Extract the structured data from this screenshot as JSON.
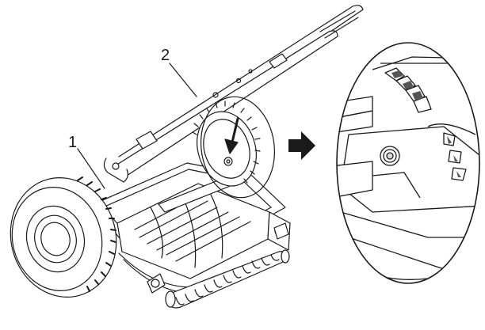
{
  "callouts": [
    {
      "id": "1",
      "label": "1"
    },
    {
      "id": "2",
      "label": "2"
    }
  ],
  "colors": {
    "line": "#1a1a1a",
    "fill": "#ffffff",
    "shade": "#d9d9d9",
    "dark": "#555555"
  }
}
